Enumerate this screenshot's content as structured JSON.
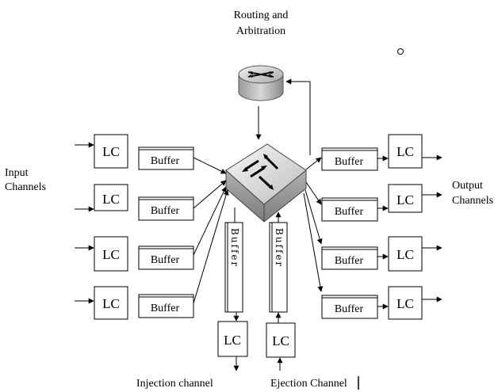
{
  "labels": {
    "routing": [
      "Routing and",
      "Arbitration"
    ],
    "input_channels": [
      "Input",
      "Channels"
    ],
    "output_channels": [
      "Output",
      "Channels"
    ],
    "injection_channel": "Injection channel",
    "ejection_channel": "Ejection Channel",
    "link_controller": "LC",
    "buffer": "Buffer"
  },
  "counts": {
    "input_ports": 4,
    "output_ports": 4
  }
}
